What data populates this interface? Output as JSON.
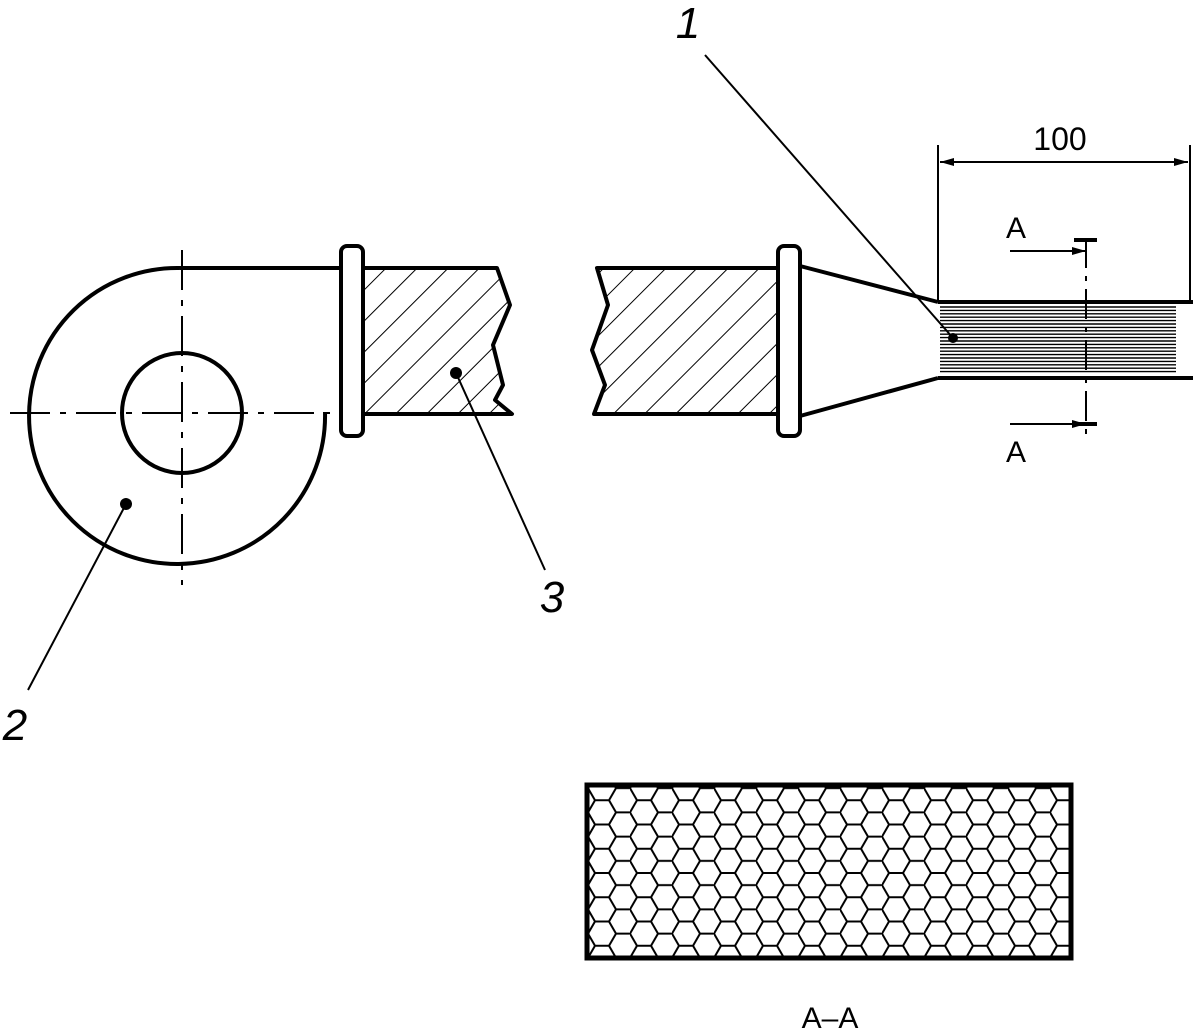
{
  "callouts": {
    "item1": "1",
    "item2": "2",
    "item3": "3"
  },
  "dimension": {
    "length_label": "100"
  },
  "section": {
    "marker_top": "A",
    "marker_bottom": "A",
    "view_title": "A–A"
  },
  "colors": {
    "ink": "#000000",
    "paper": "#ffffff"
  }
}
